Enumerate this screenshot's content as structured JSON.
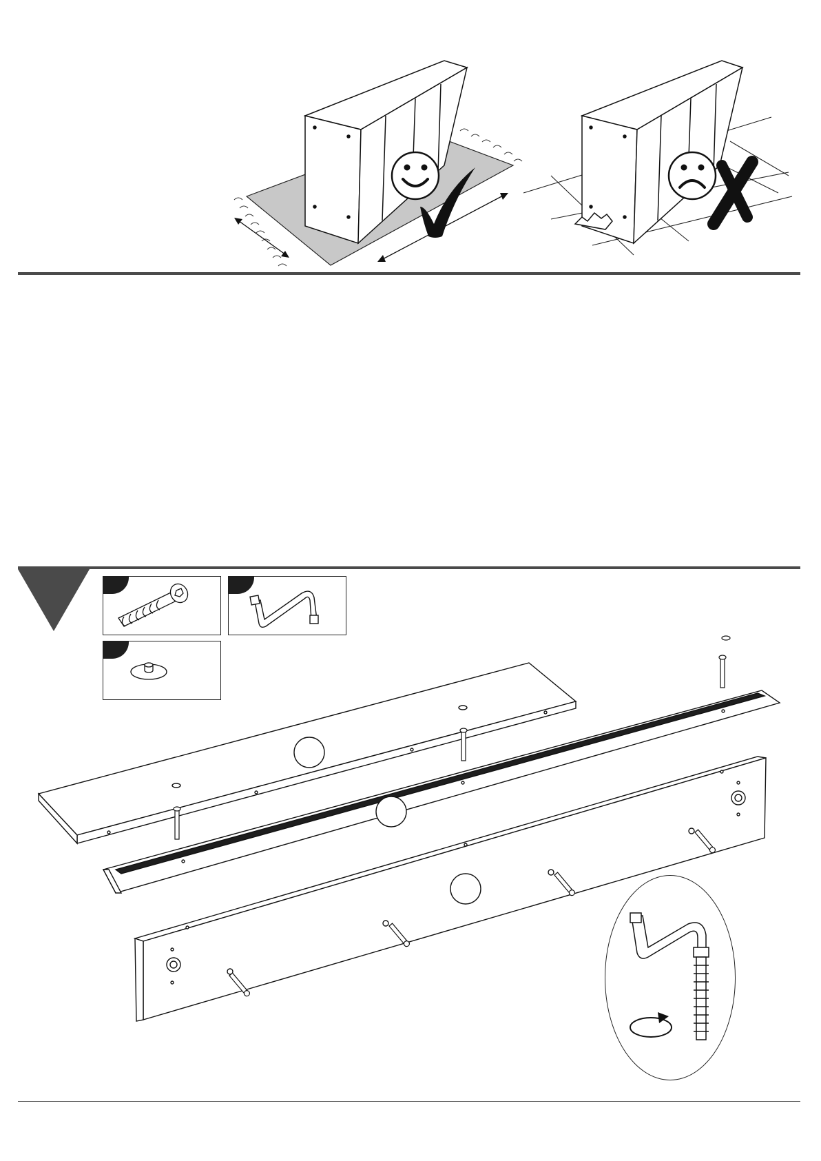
{
  "page": {
    "title": "",
    "footer_text": ""
  },
  "intro_panel": {
    "good_surface_icon": "smiley-face-icon",
    "good_mark_icon": "check-mark-icon",
    "bad_surface_icon": "sad-face-icon",
    "bad_mark_icon": "cross-mark-icon"
  },
  "step": {
    "number": "",
    "parts": [
      {
        "name": "cam-bolt-screw",
        "icon": "dowel-screw-icon",
        "quantity": ""
      },
      {
        "name": "allen-key",
        "icon": "allen-key-icon",
        "quantity": ""
      },
      {
        "name": "cam-lock-cap",
        "icon": "cam-cap-icon",
        "quantity": ""
      }
    ],
    "detail_icon": "rotate-clockwise-icon"
  },
  "colors": {
    "ink": "#1e1e1e",
    "rule": "#4a4a4a",
    "rug": "#c8c8c8",
    "background": "#ffffff"
  }
}
